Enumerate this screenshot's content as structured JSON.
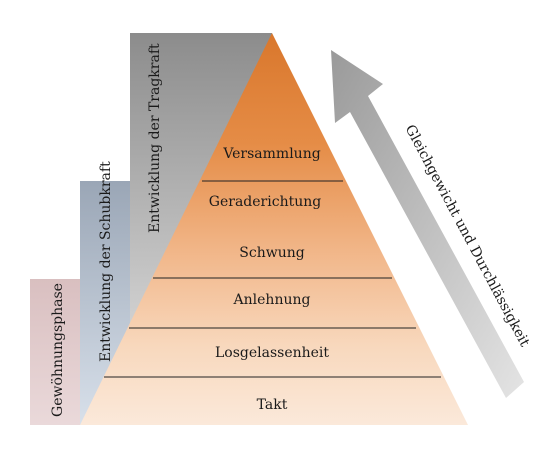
{
  "phases": [
    {
      "label": "Gewöhnungsphase"
    },
    {
      "label": "Entwicklung  der Schubkraft"
    },
    {
      "label": "Entwicklung  der Tragkraft"
    }
  ],
  "levels": [
    {
      "label": "Takt"
    },
    {
      "label": "Losgelassenheit"
    },
    {
      "label": "Anlehnung"
    },
    {
      "label": "Schwung"
    },
    {
      "label": "Geraderichtung"
    },
    {
      "label": "Versammlung"
    }
  ],
  "arrow": {
    "label": "Gleichgewicht und Durchlässigkeit"
  },
  "colors": {
    "apex": "#e07d32",
    "base": "#fbe7d6",
    "phase1": "#e2cbcc",
    "phase2": "#b8c4d4",
    "phase3": "#a8a8a8",
    "arrow": "#b5b5b5"
  }
}
